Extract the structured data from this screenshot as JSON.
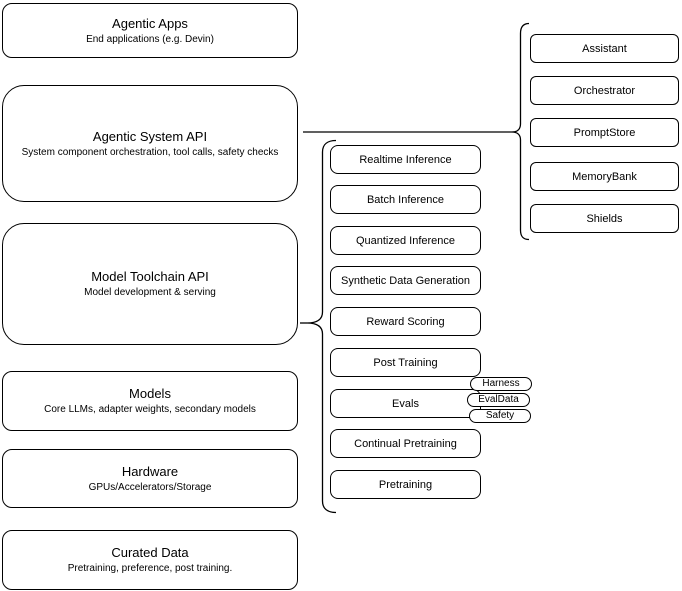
{
  "left_stack": [
    {
      "title": "Agentic Apps",
      "subtitle": "End applications (e.g. Devin)"
    },
    {
      "title": "Agentic System API",
      "subtitle": "System component orchestration, tool calls, safety checks"
    },
    {
      "title": "Model Toolchain API",
      "subtitle": "Model development & serving"
    },
    {
      "title": "Models",
      "subtitle": "Core LLMs, adapter weights, secondary models"
    },
    {
      "title": "Hardware",
      "subtitle": "GPUs/Accelerators/Storage"
    },
    {
      "title": "Curated Data",
      "subtitle": "Pretraining, preference, post training."
    }
  ],
  "toolchain": [
    "Realtime Inference",
    "Batch Inference",
    "Quantized Inference",
    "Synthetic Data Generation",
    "Reward Scoring",
    "Post Training",
    "Evals",
    "Continual Pretraining",
    "Pretraining"
  ],
  "evals_tags": [
    "Harness",
    "EvalData",
    "Safety"
  ],
  "system_components": [
    "Assistant",
    "Orchestrator",
    "PromptStore",
    "MemoryBank",
    "Shields"
  ],
  "colors": {
    "line": "#000000",
    "background": "#ffffff",
    "text": "#000000"
  }
}
